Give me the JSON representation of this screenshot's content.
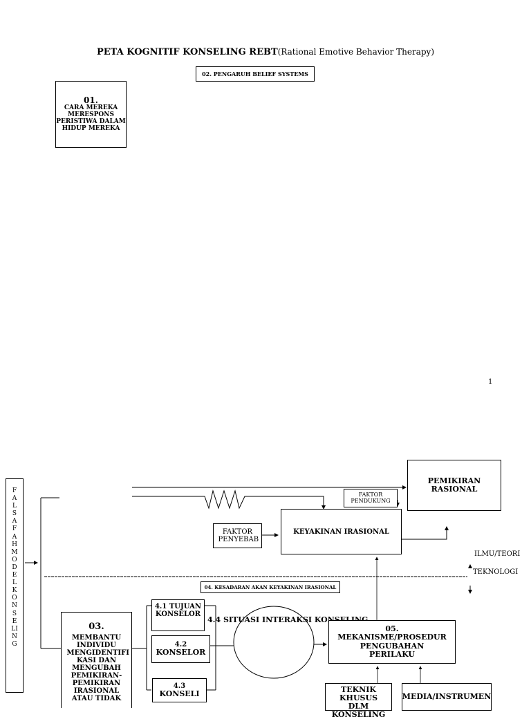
{
  "page": {
    "title_bold": "PETA KOGNITIF KONSELING REBT",
    "title_paren": "(Rational Emotive Behavior Therapy)",
    "page_number": "1"
  },
  "nodes": {
    "n02": "02. PENGARUH BELIEF SYSTEMS",
    "n01_num": "01.",
    "n01_text": "CARA MEREKA MERESPONS PERISTIWA DALAM HIDUP MEREKA",
    "falsafah": "FALSAFAH MODEL KONSELING",
    "pemikiran_rasional": "PEMIKIRAN RASIONAL",
    "faktor_pendukung": "FAKTOR PENDUKUNG",
    "faktor_penyebab": "FAKTOR PENYEBAB",
    "keyakinan_irasional": "KEYAKINAN IRASIONAL",
    "ilmu_teori": "ILMU/TEORI",
    "teknologi": "TEKNOLOGI",
    "n04": "04. KESADARAN AKAN KEYAKINAN IRASIONAL",
    "n03_num": "03.",
    "n03_text": "MEMBANTU INDIVIDU MENGIDENTIFI KASI DAN MENGUBAH PEMIKIRAN-PEMIKIRAN IRASIONAL ATAU TIDAK",
    "n41": "4.1  TUJUAN KONSELOR",
    "n42_num": "4.2",
    "n42_text": "KONSELOR",
    "n43_num": "4.3",
    "n43_text": "KONSELI",
    "n44": "4.4 SITUASI INTERAKSI KONSELING",
    "n05": "05. MEKANISME/PROSEDUR PENGUBAHAN PERILAKU",
    "teknik": "TEKNIK KHUSUS DLM KONSELING",
    "media": "MEDIA/INSTRUMEN"
  }
}
